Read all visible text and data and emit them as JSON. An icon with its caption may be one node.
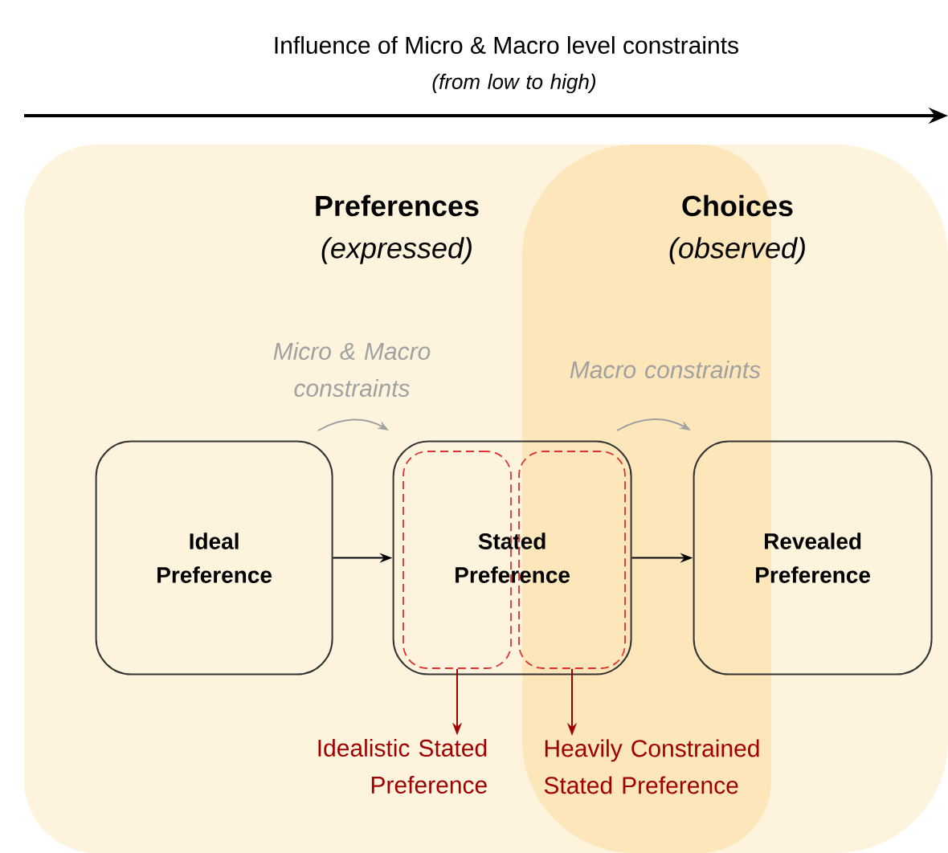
{
  "diagram": {
    "title": "Influence of Micro & Macro level constraints",
    "nodes": [
      {
        "text": [
          "Preferences",
          "(expressed)"
        ]
      },
      {
        "text": [
          "Choices",
          "(observed)"
        ]
      },
      {
        "text": [
          "Ideal Preference"
        ],
        "in": 0
      },
      {
        "text": [
          "Stated Preference"
        ],
        "in": 0
      },
      {
        "text": [
          "Revealed Preference"
        ],
        "in": 1
      },
      {
        "text": [],
        "shape": "box",
        "in": 3
      },
      {
        "text": [],
        "shape": "box"
      },
      {
        "text": [
          "Idealistic Stated Preference"
        ],
        "in": 0
      },
      {
        "text": [
          "Heavily Constrained Stated Preference"
        ]
      }
    ],
    "edges": [
      {
        "from": 2,
        "to": 3,
        "arrow": "to"
      },
      {
        "from": 3,
        "to": 4,
        "arrow": "to"
      },
      {
        "from": 5,
        "to": 7,
        "arrow": "to",
        "color": "#a00000"
      },
      {
        "from": 6,
        "to": 8,
        "arrow": "to",
        "color": "#a00000"
      }
    ],
    "labels": [
      "(from low to high)",
      "Micro & Macro constraints",
      "Macro constraints"
    ]
  }
}
